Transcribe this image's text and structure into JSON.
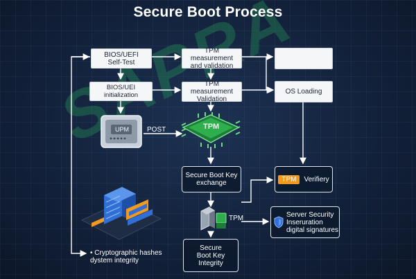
{
  "title": "Secure Boot Process",
  "watermark": "SAPRA",
  "nodes": {
    "bios_self_test": "BIOS/UEFI\nSelf-Test",
    "tpm_measure_1": "TPM measurement\nand validation",
    "blank_box": "",
    "bios_init": "BIOS/UEI initialization",
    "tpm_measure_2": "TPM measurement\nValidation",
    "os_loading": "OS Loading",
    "upm_label": "UPM",
    "post_label": "POST",
    "tpm_chip_label": "TPM",
    "sb_key_exchange": "Secure Boot Key\nexchange",
    "tpm_badge": "TPM",
    "verifiery": "Verifiery",
    "tpm_small_label": "TPM",
    "server_security": "Server Security\nInseruration\ndigital signatures",
    "sb_key_integrity": "Secure\nBoot Key\nIntegrity",
    "crypto_hashes": "• Cryptographic hashes\n  dystem integrity"
  },
  "colors": {
    "background": "#13223b",
    "arrow": "#ffffff",
    "chip_green": "#2fae4e",
    "tpm_orange": "#f29a1f",
    "server_blue": "#2f6fd6"
  },
  "icons": {
    "upm": "upm-device-icon",
    "tpm_chip": "tpm-chip-icon",
    "server": "server-rack-icon",
    "key_device": "key-device-icon",
    "shield": "shield-icon"
  }
}
